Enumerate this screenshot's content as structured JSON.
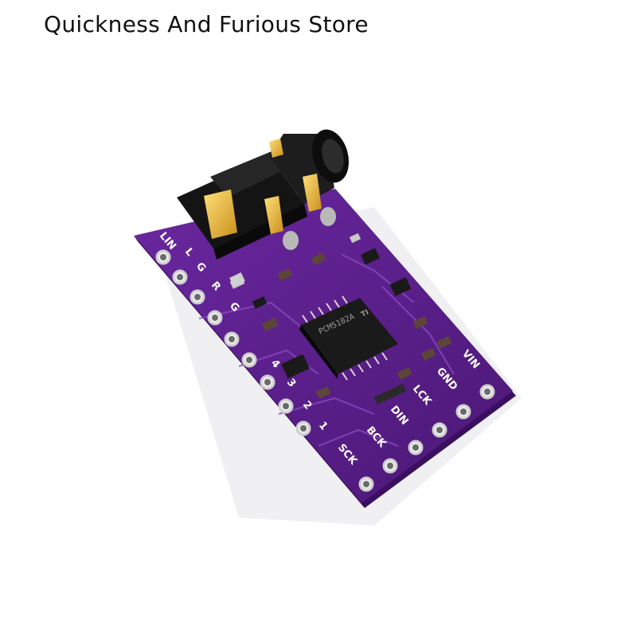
{
  "header": {
    "store_name": "Quickness And Furious Store"
  },
  "product": {
    "colors": {
      "pcb": "#5b1f8c",
      "pcb_edge": "#3e1263",
      "gold": "#e8b530",
      "chip": "#1a1a1a",
      "jack": "#141414"
    },
    "pin_labels_left": [
      "LIN",
      "L",
      "G",
      "R",
      "G",
      "4",
      "3",
      "2",
      "1",
      "SCK"
    ],
    "pin_labels_right": [
      "BCK",
      "DIN",
      "LCK",
      "GND",
      "VIN"
    ],
    "chip_marking": [
      "PCM5102A",
      "TI"
    ]
  }
}
